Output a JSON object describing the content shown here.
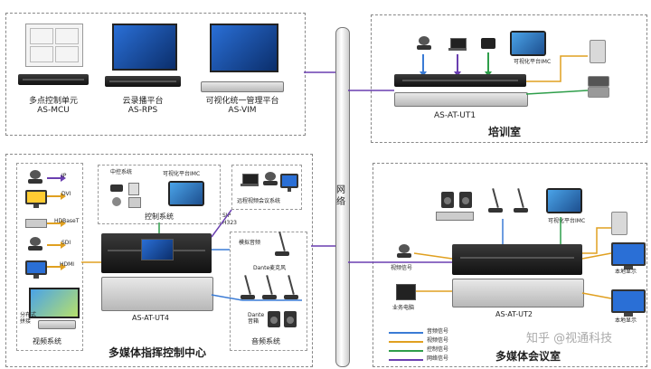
{
  "top_left": {
    "mcu": {
      "line1": "多点控制单元",
      "line2": "AS-MCU"
    },
    "rps": {
      "line1": "云录播平台",
      "line2": "AS-RPS"
    },
    "vim": {
      "line1": "可视化统一管理平台",
      "line2": "AS-VIM"
    }
  },
  "network": {
    "label": "网络"
  },
  "training": {
    "title": "培训室",
    "device": "AS-AT-UT1",
    "imc": "可视化平台IMC"
  },
  "center": {
    "title": "多媒体指挥控制中心",
    "control_title": "控制系统",
    "control_sub": "中控系统",
    "imc": "可视化平台IMC",
    "remote_video": "远程视频会议系统",
    "sip": "SIP",
    "h323": "H323",
    "device": "AS-AT-UT4",
    "video_system": "视频系统",
    "audio_system": "音频系统",
    "analog_audio": "模拟音频",
    "dante_mic": "Dante麦克风",
    "dante_speaker": "Dante\n音箱",
    "distributed": "分布式\n拼接",
    "inputs": [
      "IP",
      "DVI",
      "HDBaseT",
      "SDI",
      "HDMI"
    ]
  },
  "meeting": {
    "title": "多媒体会议室",
    "device": "AS-AT-UT2",
    "imc": "可视化平台IMC",
    "video_signal": "视频信号",
    "pc": "业务电脑",
    "local_display_1": "本地显示",
    "local_display_2": "本地显示"
  },
  "legend": [
    {
      "label": "音频信号",
      "color": "#3a7bd5"
    },
    {
      "label": "视频信号",
      "color": "#e0a020"
    },
    {
      "label": "控制信号",
      "color": "#2e9e4a"
    },
    {
      "label": "网络信号",
      "color": "#6a3fb0"
    }
  ],
  "watermark": "知乎 @视通科技",
  "colors": {
    "audio": "#3a7bd5",
    "video": "#e0a020",
    "control": "#2e9e4a",
    "network": "#6a3fb0"
  }
}
